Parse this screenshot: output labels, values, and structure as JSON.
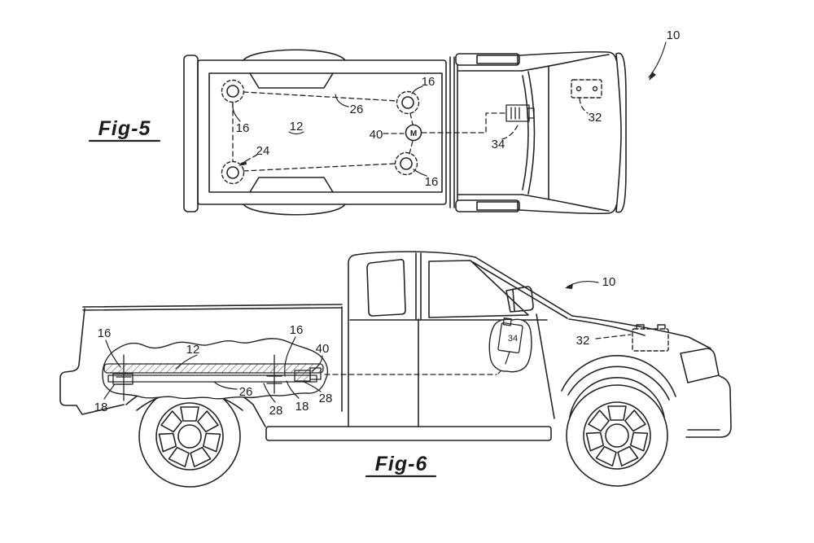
{
  "page": {
    "background": "#ffffff",
    "ink_color": "#242424",
    "description": "Patent line drawing sheet with two figures of a pickup truck tonneau cover system"
  },
  "fig5": {
    "caption": "Fig-5",
    "view": "top view of pickup truck",
    "refs": {
      "r10": "10",
      "r16_top_right": "16",
      "r26": "26",
      "r12": "12",
      "r16_left": "16",
      "r24": "24",
      "r40": "40",
      "rM": "M",
      "r16_bottom_right": "16",
      "r34": "34",
      "r32": "32"
    }
  },
  "fig6": {
    "caption": "Fig-6",
    "view": "side view of pickup truck",
    "refs": {
      "r10": "10",
      "r16_left": "16",
      "r12": "12",
      "r16_right": "16",
      "r40": "40",
      "r18_left": "18",
      "r26": "26",
      "r28_mid": "28",
      "r18_right": "18",
      "r28_right": "28",
      "r34": "34",
      "r32": "32"
    }
  }
}
